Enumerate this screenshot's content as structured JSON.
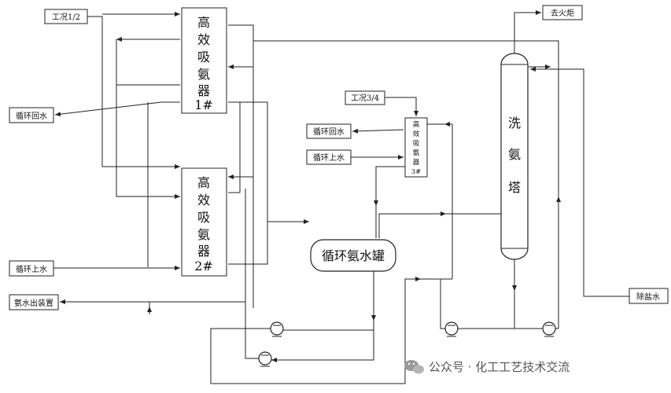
{
  "units": {
    "absorber_1": [
      "高",
      "效",
      "吸",
      "氨",
      "器",
      "1#"
    ],
    "absorber_2": [
      "高",
      "效",
      "吸",
      "氨",
      "器",
      "2#"
    ],
    "absorber_3": [
      "高",
      "效",
      "吸",
      "氨",
      "器",
      "3#"
    ],
    "wash_tower": [
      "洗",
      "氨",
      "塔"
    ],
    "tank": "循环氨水罐"
  },
  "streams": {
    "condition_12": "工况1/2",
    "condition_34": "工况3/4",
    "return_water_left": "循环回水",
    "supply_water_left": "循环上水",
    "ammonia_out": "氨水出装置",
    "return_water_mid": "循环回水",
    "supply_water_mid": "循环上水",
    "to_flare": "去火炬",
    "desalted_water": "除盐水"
  },
  "watermark": {
    "icon": "wechat-icon",
    "text": "公众号 · 化工工艺技术交流"
  }
}
